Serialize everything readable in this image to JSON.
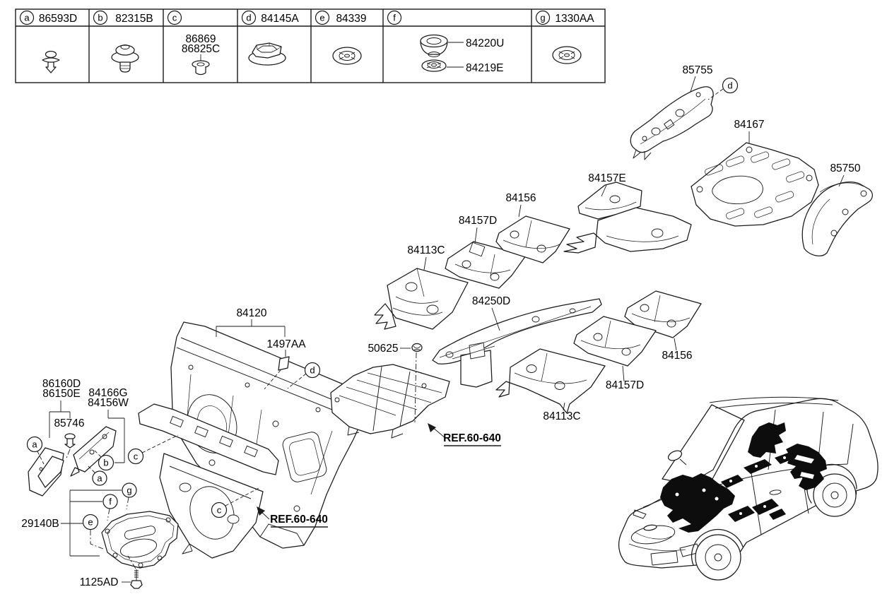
{
  "legend": {
    "items": [
      {
        "letter": "a",
        "code": "86593D"
      },
      {
        "letter": "b",
        "code": "82315B"
      },
      {
        "letter": "c",
        "code": "",
        "codes_in_cell": [
          "86869",
          "86825C"
        ]
      },
      {
        "letter": "d",
        "code": "84145A"
      },
      {
        "letter": "e",
        "code": "84339"
      },
      {
        "letter": "f",
        "code": "",
        "codes_in_cell": [
          "84220U",
          "84219E"
        ]
      },
      {
        "letter": "g",
        "code": "1330AA"
      }
    ]
  },
  "parts": {
    "p85755": "85755",
    "p84167": "84167",
    "p85750": "85750",
    "p84157E": "84157E",
    "p84156_a": "84156",
    "p84157D_a": "84157D",
    "p84113C_a": "84113C",
    "p84250D": "84250D",
    "p50625": "50625",
    "p84120": "84120",
    "p1497AA": "1497AA",
    "p84156_b": "84156",
    "p84157D_b": "84157D",
    "p84113C_b": "84113C",
    "p86160D": "86160D",
    "p86150E": "86150E",
    "p84166G": "84166G",
    "p84156W": "84156W",
    "p85746": "85746",
    "p29140B": "29140B",
    "p1125AD": "1125AD"
  },
  "refs": {
    "ref_60_640": "REF.60-640"
  },
  "callouts": {
    "a": "a",
    "b": "b",
    "c": "c",
    "d": "d",
    "e": "e",
    "f": "f",
    "g": "g"
  },
  "colors": {
    "line": "#1a1a1a",
    "patch": "#0d0d0d",
    "background": "#ffffff"
  }
}
